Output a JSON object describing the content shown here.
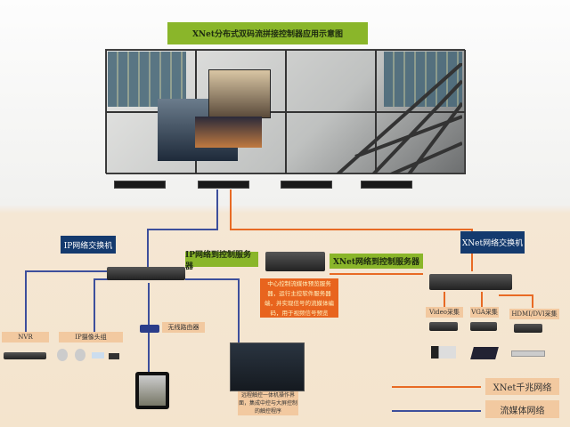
{
  "title": "XNet分布式双码流拼接控制器应用示意图",
  "labels": {
    "ip_switch": "IP网络交换机",
    "xnet_switch": "XNet网络交换机",
    "ip_to_server": "IP网络到控制服务器",
    "xnet_to_server": "XNet网络到控制服务器",
    "server_desc": "中心控制流媒体预览服务器，运行主控软件服务器端，并实现信号的流媒体编码，用于视频信号预览",
    "nvr": "NVR",
    "ip_camera": "IP摄像头组",
    "router": "无线路由器",
    "touch_desc": "远程触控一体机操作界面，集成中控与大屏控制的触控程序",
    "video_cap": "Video采集",
    "vga_cap": "VGA采集",
    "hdmi_cap": "HDMI/DVI采集"
  },
  "legend": [
    {
      "label": "XNet千兆网络",
      "color": "#e86a24"
    },
    {
      "label": "流媒体网络",
      "color": "#3d4f9c"
    }
  ]
}
